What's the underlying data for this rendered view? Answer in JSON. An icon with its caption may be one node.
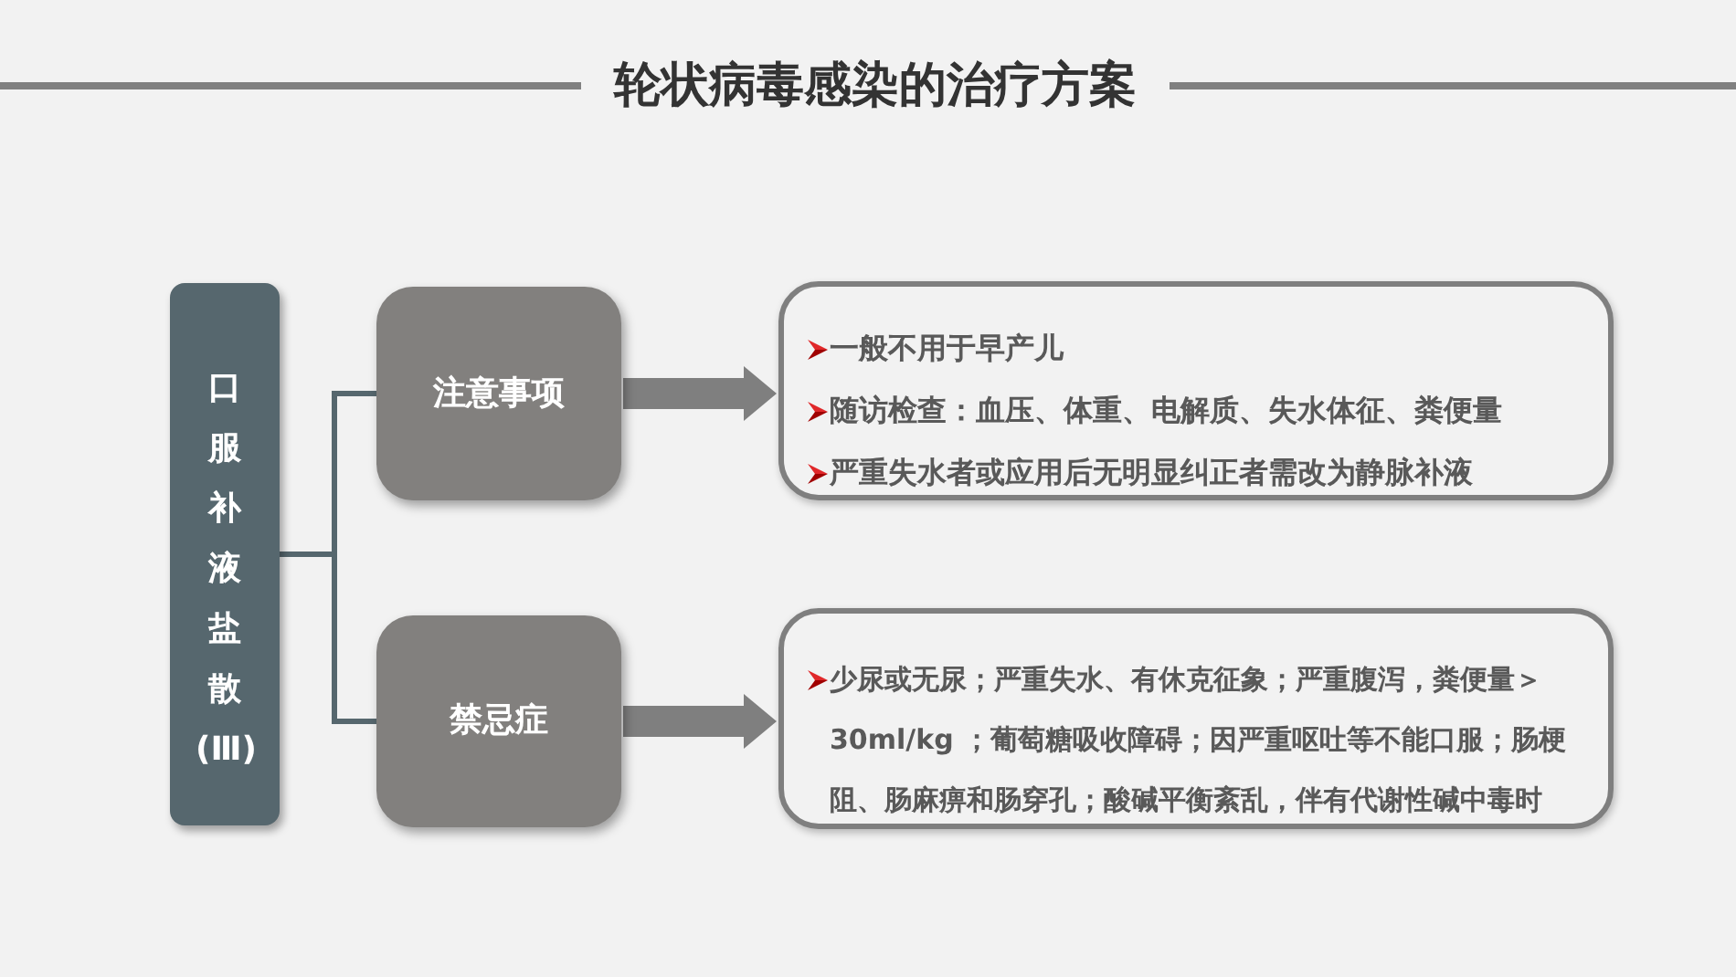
{
  "diagram": {
    "title": "轮状病毒感染的治疗方案",
    "nodes": [
      {
        "text": [
          "口服补液盐散(Ⅲ)"
        ]
      },
      {
        "text": [
          "注意事项"
        ]
      },
      {
        "text": [
          "禁忌症"
        ]
      },
      {
        "text": [
          "一般不用于早产儿",
          "随访检查：血压、体重、电解质、失水体征、粪便量",
          "严重失水者或应用后无明显纠正者需改为静脉补液"
        ]
      },
      {
        "text": [
          "少尿或无尿；严重失水、有休克征象；严重腹泻，粪便量＞30ml/kg ；葡萄糖吸收障碍；因严重呕吐等不能口服；肠梗阻、肠麻痹和肠穿孔；酸碱平衡紊乱，伴有代谢性碱中毒时"
        ]
      }
    ],
    "edges": [
      {
        "from": 0,
        "to": 1,
        "arrow": "none",
        "color": "#56676e"
      },
      {
        "from": 0,
        "to": 2,
        "arrow": "none",
        "color": "#56676e"
      },
      {
        "from": 1,
        "to": 3,
        "arrow": "to",
        "style": "thick",
        "color": "#7f7f7f"
      },
      {
        "from": 2,
        "to": 4,
        "arrow": "to",
        "style": "thick",
        "color": "#7f7f7f"
      }
    ]
  }
}
